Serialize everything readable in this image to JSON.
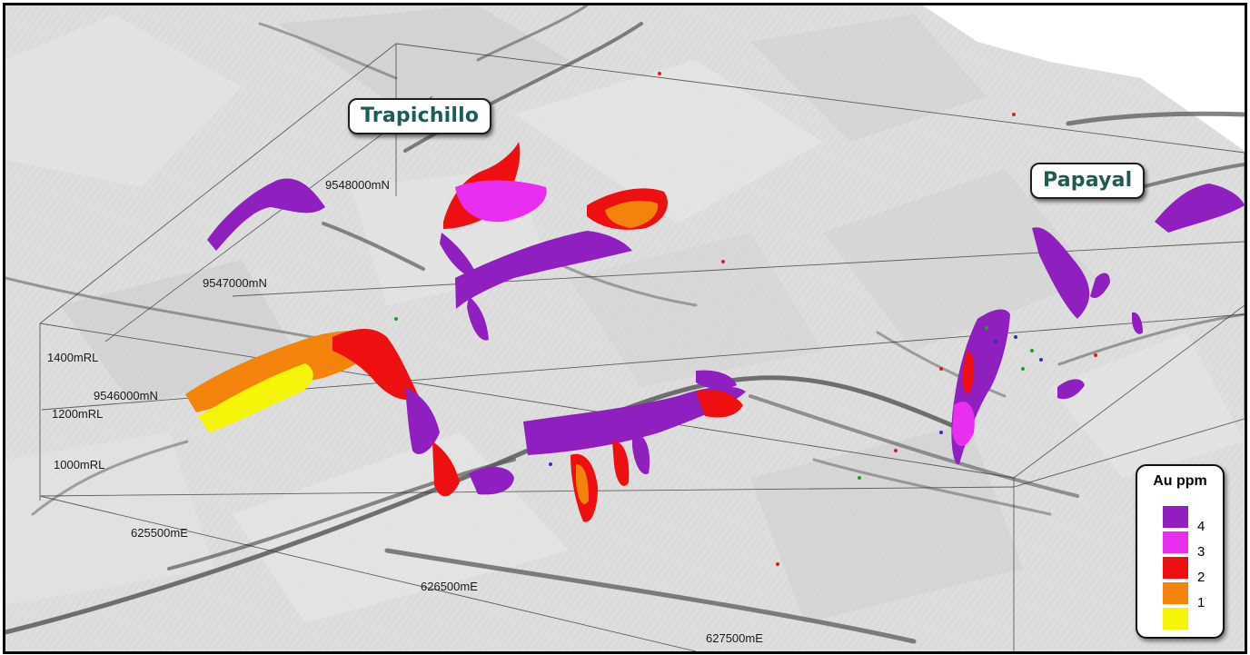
{
  "map": {
    "places": {
      "trapichillo": "Trapichillo",
      "papayal": "Papayal"
    },
    "grid_labels": {
      "n_9548000": "9548000mN",
      "n_9547000": "9547000mN",
      "n_9546000": "9546000mN",
      "rl_1400": "1400mRL",
      "rl_1200": "1200mRL",
      "rl_1000": "1000mRL",
      "e_625500": "625500mE",
      "e_626500": "626500mE",
      "e_627500": "627500mE"
    },
    "legend": {
      "title": "Au ppm",
      "items": [
        {
          "label": "4",
          "color": "#8f1fbf"
        },
        {
          "label": "3",
          "color": "#e82ff0"
        },
        {
          "label": "2",
          "color": "#ee1010"
        },
        {
          "label": "1",
          "color": "#f4830c"
        },
        {
          "label": "",
          "color": "#f5f50a"
        }
      ]
    },
    "colors": {
      "terrain": "#dedede",
      "ridge_shadow": "#5a5a5a",
      "grade_4": "#8f1fbf",
      "grade_3": "#e82ff0",
      "grade_2": "#ee1010",
      "grade_1": "#f4830c",
      "grade_0": "#f5f50a",
      "label_text": "#1d5c55"
    }
  }
}
